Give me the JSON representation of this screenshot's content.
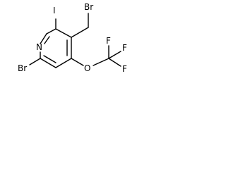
{
  "molecule": {
    "atoms": {
      "iodine": "I",
      "bromomethyl_br": "Br",
      "ring_nitrogen": "N",
      "bromine": "Br",
      "ether_oxygen": "O",
      "fluorine_1": "F",
      "fluorine_2": "F",
      "fluorine_3": "F"
    }
  }
}
